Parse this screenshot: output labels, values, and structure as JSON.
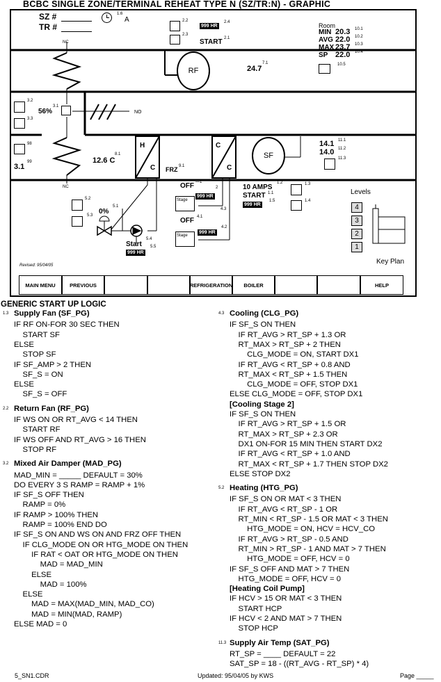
{
  "title": "BCBC SINGLE ZONE/TERMINAL REHEAT TYPE N (SZ/TR:N)  -  GRAPHIC",
  "sz_label": "SZ #",
  "tr_label": "TR #",
  "clock_ref": "1.6",
  "clock_mode": "A",
  "refs": {
    "r22": "2.2",
    "r23": "2.3",
    "r24": "2.4",
    "r21": "2.1",
    "r71": "7.1",
    "r105": "10.5",
    "r101": "10.1",
    "r102": "10.2",
    "r103": "10.3",
    "r104": "10.4",
    "r32": "3.2",
    "r33": "3.3",
    "r31": "3.1",
    "r98": "98",
    "r99": "99",
    "r81": "8.1",
    "r91": "9.1",
    "r111": "11.1",
    "r112": "11.2",
    "r113": "11.3",
    "r_1": "—1",
    "r_2": "2",
    "r12": "1.2",
    "r11": "1.1",
    "r15": "1.5",
    "r13": "1.3",
    "r14": "1.4",
    "r41": "4.1",
    "r43": "4.3",
    "r42": "4.2",
    "r52": "5.2",
    "r53": "5.3",
    "r51": "5.1",
    "r54": "5.4",
    "r55": "5.5"
  },
  "rf": {
    "hr": "999 HR",
    "start": "START",
    "label": "RF",
    "value": "24.7"
  },
  "room": {
    "label": "Room",
    "rows": [
      {
        "name": "MIN",
        "value": "20.3"
      },
      {
        "name": "AVG",
        "value": "22.0"
      },
      {
        "name": "MAX",
        "value": "23.7"
      },
      {
        "name": "SP",
        "value": "22.0"
      }
    ]
  },
  "damper": {
    "pct": "56%",
    "nc_top": "NC",
    "no": "NO",
    "nc_bot": "NC",
    "oat": "3.1"
  },
  "coils": {
    "mat": "12.6 C",
    "h": "H",
    "c1": "C",
    "c2": "C",
    "c3": "C",
    "frz": "FRZ"
  },
  "sf": {
    "label": "SF",
    "sat1": "14.1",
    "sat2": "14.0",
    "amps": "10 AMPS",
    "start": "START",
    "hr": "999 HR"
  },
  "stages": {
    "off1": "OFF",
    "hr1": "999 HR",
    "stage": "Stage",
    "off2": "OFF",
    "hr2": "999 HR"
  },
  "pump": {
    "valve": "0%",
    "start": "Start",
    "hr": "999 HR"
  },
  "levels": {
    "label": "Levels",
    "items": [
      "4",
      "3",
      "2",
      "1"
    ],
    "key_plan": "Key Plan"
  },
  "revised": "Revised: 95/04/05",
  "menu": [
    "MAIN MENU",
    "PREVIOUS",
    "",
    "",
    "REFRIGERATION",
    "BOILER",
    "",
    "",
    "HELP"
  ],
  "logic_title": "GENERIC START UP LOGIC",
  "left_logic": [
    {
      "ref": "1.3",
      "head": "Supply Fan (SF_PG)",
      "lines": [
        "IF RF ON-FOR 30 SEC THEN",
        "    START SF",
        "ELSE",
        "    STOP SF",
        "IF SF_AMP > 2 THEN",
        "    SF_S = ON",
        "ELSE",
        "    SF_S = OFF"
      ]
    },
    {
      "ref": "2.2",
      "head": "Return Fan (RF_PG)",
      "lines": [
        "IF WS ON OR RT_AVG < 14 THEN",
        "    START RF",
        "IF WS OFF AND RT_AVG > 16 THEN",
        "    STOP RF"
      ]
    },
    {
      "ref": "3.2",
      "head": "Mixed Air Damper (MAD_PG)",
      "lines": [
        "MAD_MIN = _____ DEFAULT = 30%",
        "DO EVERY 3 S RAMP = RAMP + 1%",
        "IF SF_S OFF THEN",
        "    RAMP = 0%",
        "IF RAMP > 100% THEN",
        "    RAMP = 100% END DO",
        "IF SF_S ON AND WS ON AND FRZ OFF THEN",
        "    IF CLG_MODE ON OR HTG_MODE ON THEN",
        "        IF RAT < OAT OR HTG_MODE ON THEN",
        "            MAD = MAD_MIN",
        "        ELSE",
        "            MAD = 100%",
        "    ELSE",
        "        MAD = MAX(MAD_MIN, MAD_CO)",
        "        MAD = MIN(MAD, RAMP)",
        "ELSE MAD = 0"
      ]
    }
  ],
  "right_logic": [
    {
      "ref": "4.3",
      "head": "Cooling (CLG_PG)",
      "lines": [
        "IF SF_S ON THEN",
        "    IF RT_AVG > RT_SP + 1.3 OR",
        "    RT_MAX > RT_SP + 2 THEN",
        "        CLG_MODE = ON, START DX1",
        "    IF RT_AVG < RT_SP + 0.8 AND",
        "    RT_MAX < RT_SP + 1.5 THEN",
        "        CLG_MODE = OFF, STOP DX1",
        "ELSE CLG_MODE = OFF, STOP DX1",
        "[Cooling Stage 2]",
        "IF SF_S ON THEN",
        "    IF RT_AVG > RT_SP + 1.5 OR",
        "    RT_MAX > RT_SP + 2.3 OR",
        "    DX1 ON-FOR 15 MIN THEN START DX2",
        "    IF RT_AVG < RT_SP + 1.0 AND",
        "    RT_MAX < RT_SP + 1.7 THEN STOP DX2",
        "ELSE STOP DX2"
      ]
    },
    {
      "ref": "5.2",
      "head": "Heating (HTG_PG)",
      "lines": [
        "IF SF_S ON OR MAT < 3 THEN",
        "    IF RT_AVG < RT_SP - 1 OR",
        "    RT_MIN < RT_SP - 1.5 OR MAT < 3 THEN",
        "        HTG_MODE = ON, HCV = HCV_CO",
        "    IF RT_AVG > RT_SP - 0.5 AND",
        "    RT_MIN > RT_SP - 1 AND MAT > 7 THEN",
        "        HTG_MODE = OFF, HCV = 0",
        "IF SF_S OFF AND MAT > 7 THEN",
        "    HTG_MODE = OFF, HCV = 0",
        "[Heating Coil Pump]",
        "IF HCV > 15 OR MAT < 3 THEN",
        "    START HCP",
        "IF HCV < 2 AND MAT > 7 THEN",
        "    STOP HCP"
      ]
    },
    {
      "ref": "11.3",
      "head": "Supply Air Temp (SAT_PG)",
      "lines": [
        "RT_SP = ____ DEFAULT = 22",
        "SAT_SP = 18 - ((RT_AVG - RT_SP) * 4)"
      ]
    }
  ],
  "footer": {
    "file": "5_SN1.CDR",
    "updated": "Updated: 95/04/05 by KWS",
    "page": "Page _____"
  }
}
